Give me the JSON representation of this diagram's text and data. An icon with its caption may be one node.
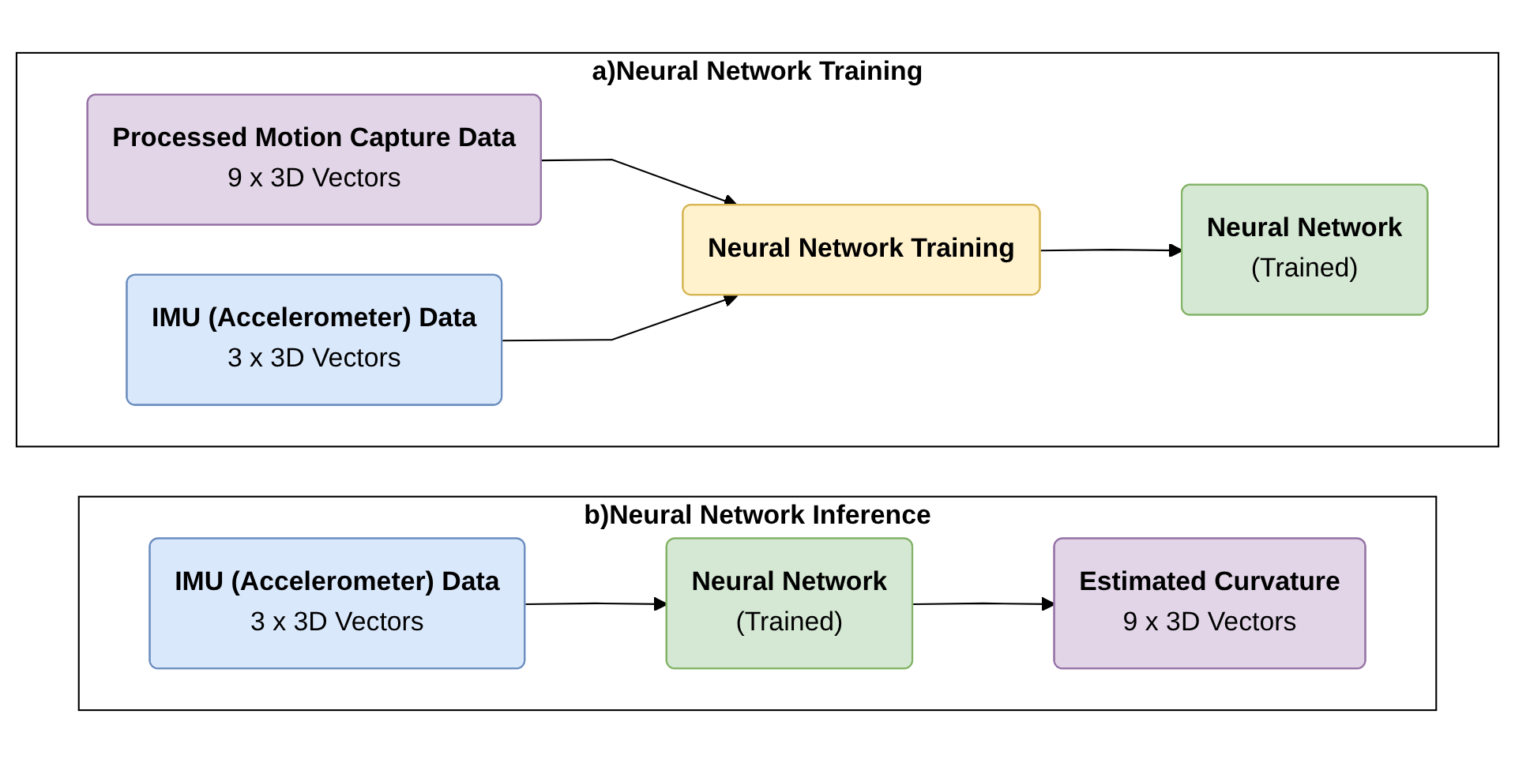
{
  "diagram": {
    "nodes": [
      {
        "text": [
          "a)Neural Network Training"
        ]
      },
      {
        "text": [
          "Processed Motion Capture Data",
          "9 x 3D Vectors"
        ],
        "in": 0
      },
      {
        "text": [
          "IMU (Accelerometer) Data",
          "3 x 3D Vectors"
        ],
        "in": 0
      },
      {
        "text": [
          "Neural Network Training"
        ],
        "in": 0
      },
      {
        "text": [
          "Neural Network",
          "(Trained)"
        ],
        "in": 0
      },
      {
        "text": [
          "b)Neural Network Inference"
        ]
      },
      {
        "text": [
          "IMU (Accelerometer) Data",
          "3 x 3D Vectors"
        ],
        "in": 5
      },
      {
        "text": [
          "Neural Network",
          "(Trained)"
        ],
        "in": 5
      },
      {
        "text": [
          "Estimated Curvature",
          "9 x 3D Vectors"
        ],
        "in": 5
      }
    ],
    "edges": [
      {
        "from": 1,
        "to": 3,
        "arrow": "to"
      },
      {
        "from": 2,
        "to": 3,
        "arrow": "to"
      },
      {
        "from": 3,
        "to": 4,
        "arrow": "to"
      },
      {
        "from": 6,
        "to": 7,
        "arrow": "to"
      },
      {
        "from": 7,
        "to": 8,
        "arrow": "to"
      }
    ]
  }
}
